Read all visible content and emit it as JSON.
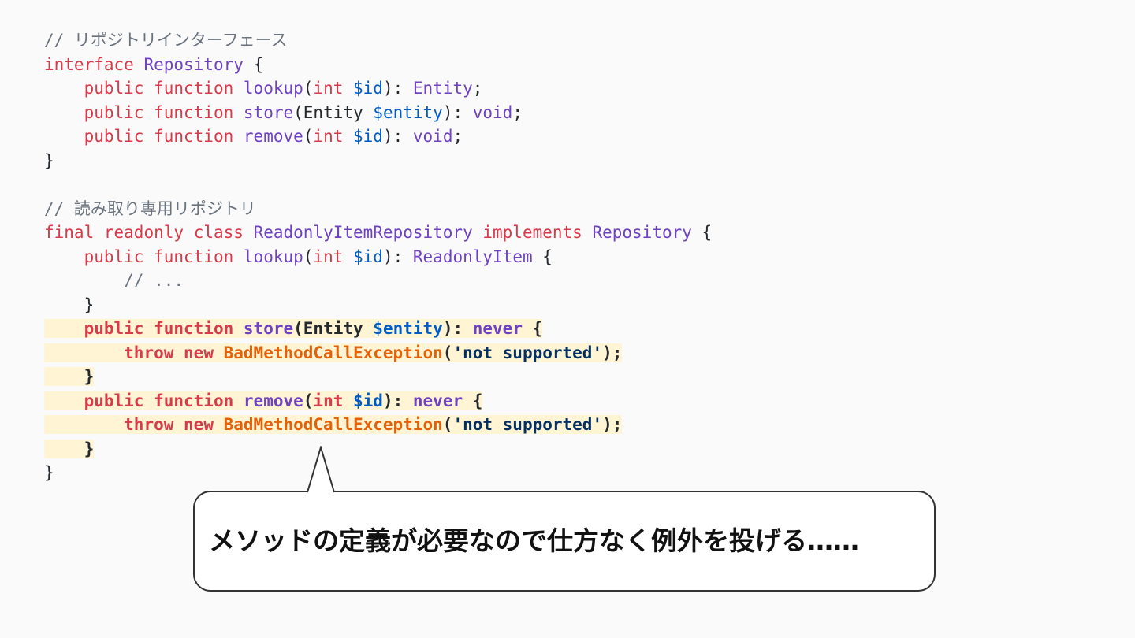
{
  "code": {
    "comment1": "// リポジトリインターフェース",
    "comment2": "// 読み取り専用リポジトリ",
    "comment3": "// ...",
    "kw_interface": "interface",
    "kw_public": "public",
    "kw_function": "function",
    "kw_int": "int",
    "kw_final": "final",
    "kw_readonly": "readonly",
    "kw_class": "class",
    "kw_implements": "implements",
    "kw_throw": "throw",
    "kw_new": "new",
    "type_repository": "Repository",
    "type_entity": "Entity",
    "type_void": "void",
    "type_never": "never",
    "type_readonly_item": "ReadonlyItem",
    "class_readonly_item_repository": "ReadonlyItemRepository",
    "fn_lookup": "lookup",
    "fn_store": "store",
    "fn_remove": "remove",
    "var_id": "$id",
    "var_entity": "$entity",
    "exception_class": "BadMethodCallException",
    "string_not_supported": "'not supported'"
  },
  "callout": {
    "text": "メソッドの定義が必要なので仕方なく例外を投げる……"
  },
  "colors": {
    "keyword": "#d73a49",
    "type": "#6f42c1",
    "variable": "#005cc5",
    "exception": "#e36209",
    "string": "#032f62",
    "comment": "#6a737d",
    "highlight": "#fff4d4"
  }
}
